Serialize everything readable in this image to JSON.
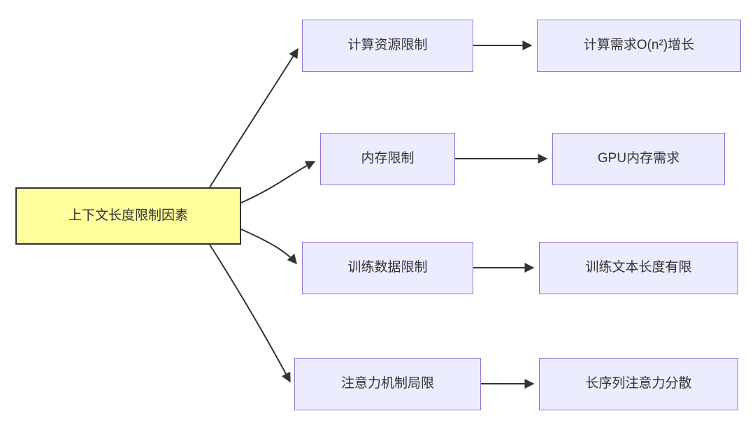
{
  "diagram": {
    "root": {
      "label": "上下文长度限制因素"
    },
    "branches": [
      {
        "cause": "计算资源限制",
        "effect": "计算需求O(n²)增长"
      },
      {
        "cause": "内存限制",
        "effect": "GPU内存需求"
      },
      {
        "cause": "训练数据限制",
        "effect": "训练文本长度有限"
      },
      {
        "cause": "注意力机制局限",
        "effect": "长序列注意力分散"
      }
    ],
    "colors": {
      "root_fill": "#FFFF9D",
      "root_border": "#333333",
      "node_fill": "#ECECFF",
      "node_border": "#9370DB",
      "edge": "#333333",
      "text": "#333333",
      "background": "#FFFFFF"
    }
  }
}
